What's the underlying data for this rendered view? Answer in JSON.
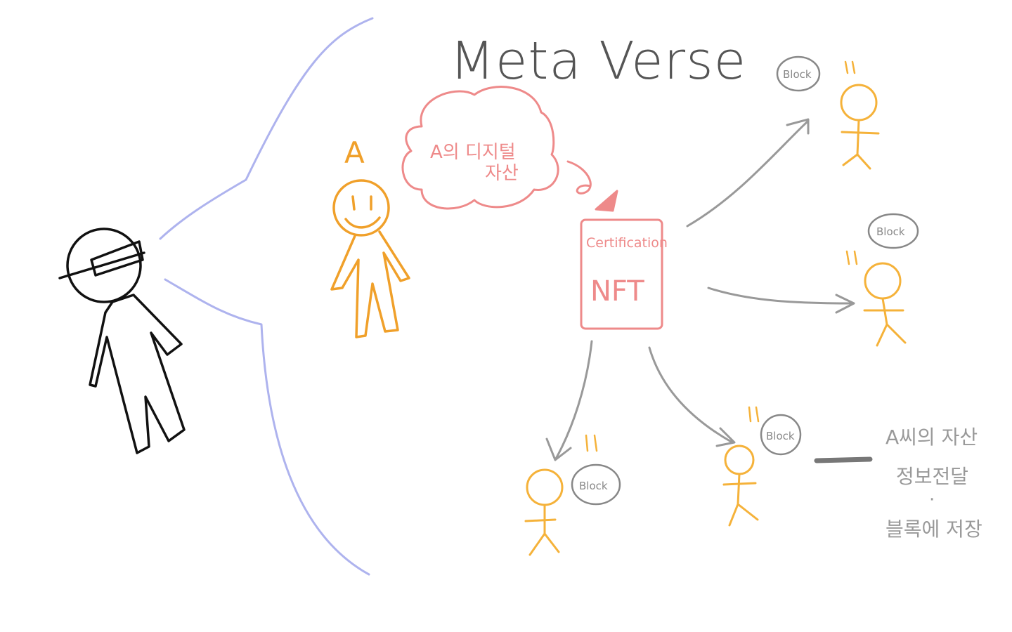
{
  "title": "Meta Verse",
  "person_label": "A",
  "cloud_text": {
    "line1": "A의 디지털",
    "line2": "자산"
  },
  "certificate": {
    "top_label": "Certification",
    "main_label": "NFT"
  },
  "block_label": "Block",
  "note": {
    "line1": "A씨의 자산",
    "line2": "정보전달",
    "bullet": "·",
    "line3": "블록에 저장"
  },
  "colors": {
    "title": "#555555",
    "user": "#111111",
    "portal": "#aeb3ee",
    "avatar": "#f0a02a",
    "cloud": "#ee8a8a",
    "certificate": "#ee8a8a",
    "arrow": "#999999",
    "block": "#888888",
    "node": "#f5b23a",
    "note": "#999999"
  }
}
